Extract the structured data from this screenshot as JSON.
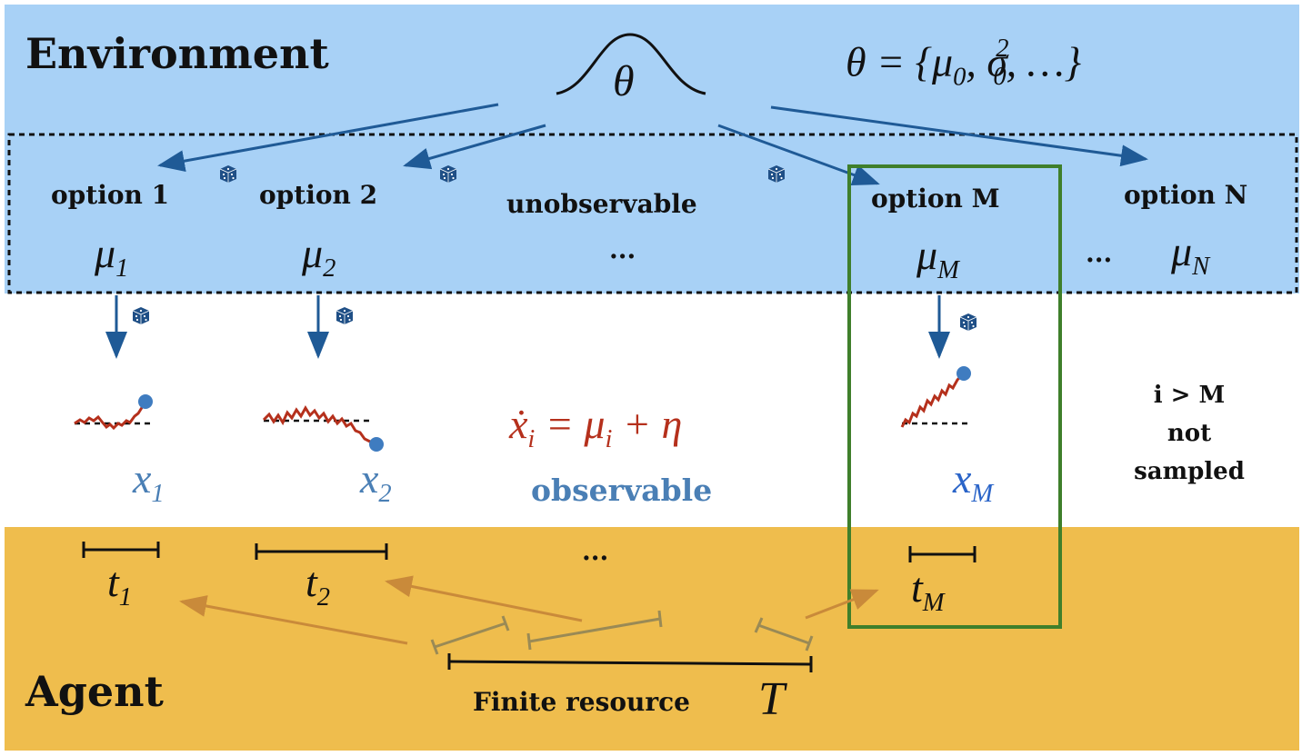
{
  "environment": {
    "title": "Environment",
    "theta_symbol": "θ",
    "params_lhs": "θ = {μ",
    "params_mu_sub": "0",
    "params_sep": ", σ",
    "params_sigma_sup": "2",
    "params_sigma_sub": "0",
    "params_rest": ", …}"
  },
  "options": [
    {
      "label": "option 1",
      "mean": "μ",
      "mean_sub": "1"
    },
    {
      "label": "option 2",
      "mean": "μ",
      "mean_sub": "2"
    },
    {
      "label": "unobservable",
      "mean": "...",
      "mean_sub": ""
    },
    {
      "label": "option M",
      "mean": "μ",
      "mean_sub": "M"
    },
    {
      "label": "option N",
      "mean": "μ",
      "mean_sub": "N"
    }
  ],
  "ellipsis_between": "...",
  "observations": {
    "x1": "x",
    "x1_sub": "1",
    "x2": "x",
    "x2_sub": "2",
    "xM": "x",
    "xM_sub": "M",
    "equation_lhs": "ẋ",
    "equation_lhs_sub": "i",
    "equation_mid": " = μ",
    "equation_mid_sub": "i",
    "equation_rhs": " + η",
    "observable_label": "observable",
    "not_sampled_line1": "i > M",
    "not_sampled_line2": "not",
    "not_sampled_line3": "sampled"
  },
  "agent": {
    "title": "Agent",
    "t1": "t",
    "t1_sub": "1",
    "t2": "t",
    "t2_sub": "2",
    "tM": "t",
    "tM_sub": "M",
    "ellipsis": "...",
    "resource_label": "Finite resource",
    "resource_symbol": "T"
  },
  "colors": {
    "env_bg": "#a8d1f6",
    "agent_bg": "#efbd4d",
    "arrow_blue": "#1f5a96",
    "trace_red": "#b5301c",
    "marker_blue": "#3f7cc0",
    "box_green": "#3f7f2b",
    "arrow_orange": "#c98a3a",
    "observable_blue": "#4a7fb5"
  }
}
